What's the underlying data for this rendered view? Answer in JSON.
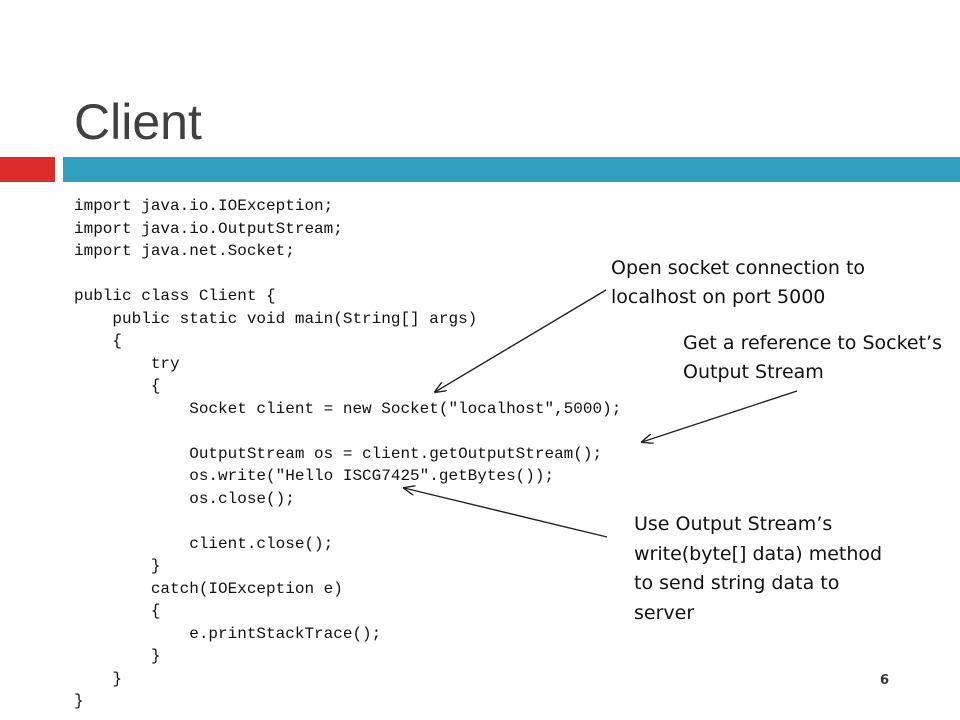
{
  "slide": {
    "title": "Client",
    "page_number": "6",
    "code_lines": [
      "import java.io.IOException;",
      "import java.io.OutputStream;",
      "import java.net.Socket;",
      "",
      "public class Client {",
      "    public static void main(String[] args)",
      "    {",
      "        try",
      "        {",
      "            Socket client = new Socket(\"localhost\",5000);",
      "",
      "            OutputStream os = client.getOutputStream();",
      "            os.write(\"Hello ISCG7425\".getBytes());",
      "            os.close();",
      "",
      "            client.close();",
      "        }",
      "        catch(IOException e)",
      "        {",
      "            e.printStackTrace();",
      "        }",
      "    }",
      "}"
    ],
    "annotations": [
      {
        "lines": [
          "Open socket connection to",
          "localhost on port 5000"
        ]
      },
      {
        "lines": [
          "Get a reference to Socket’s",
          "Output Stream"
        ]
      },
      {
        "lines": [
          "Use Output Stream’s",
          "write(byte[] data) method",
          "to send string data to",
          "server"
        ]
      }
    ],
    "colors": {
      "title": "#404040",
      "accent_red": "#dd2a2b",
      "accent_teal": "#2f9fbf"
    }
  }
}
